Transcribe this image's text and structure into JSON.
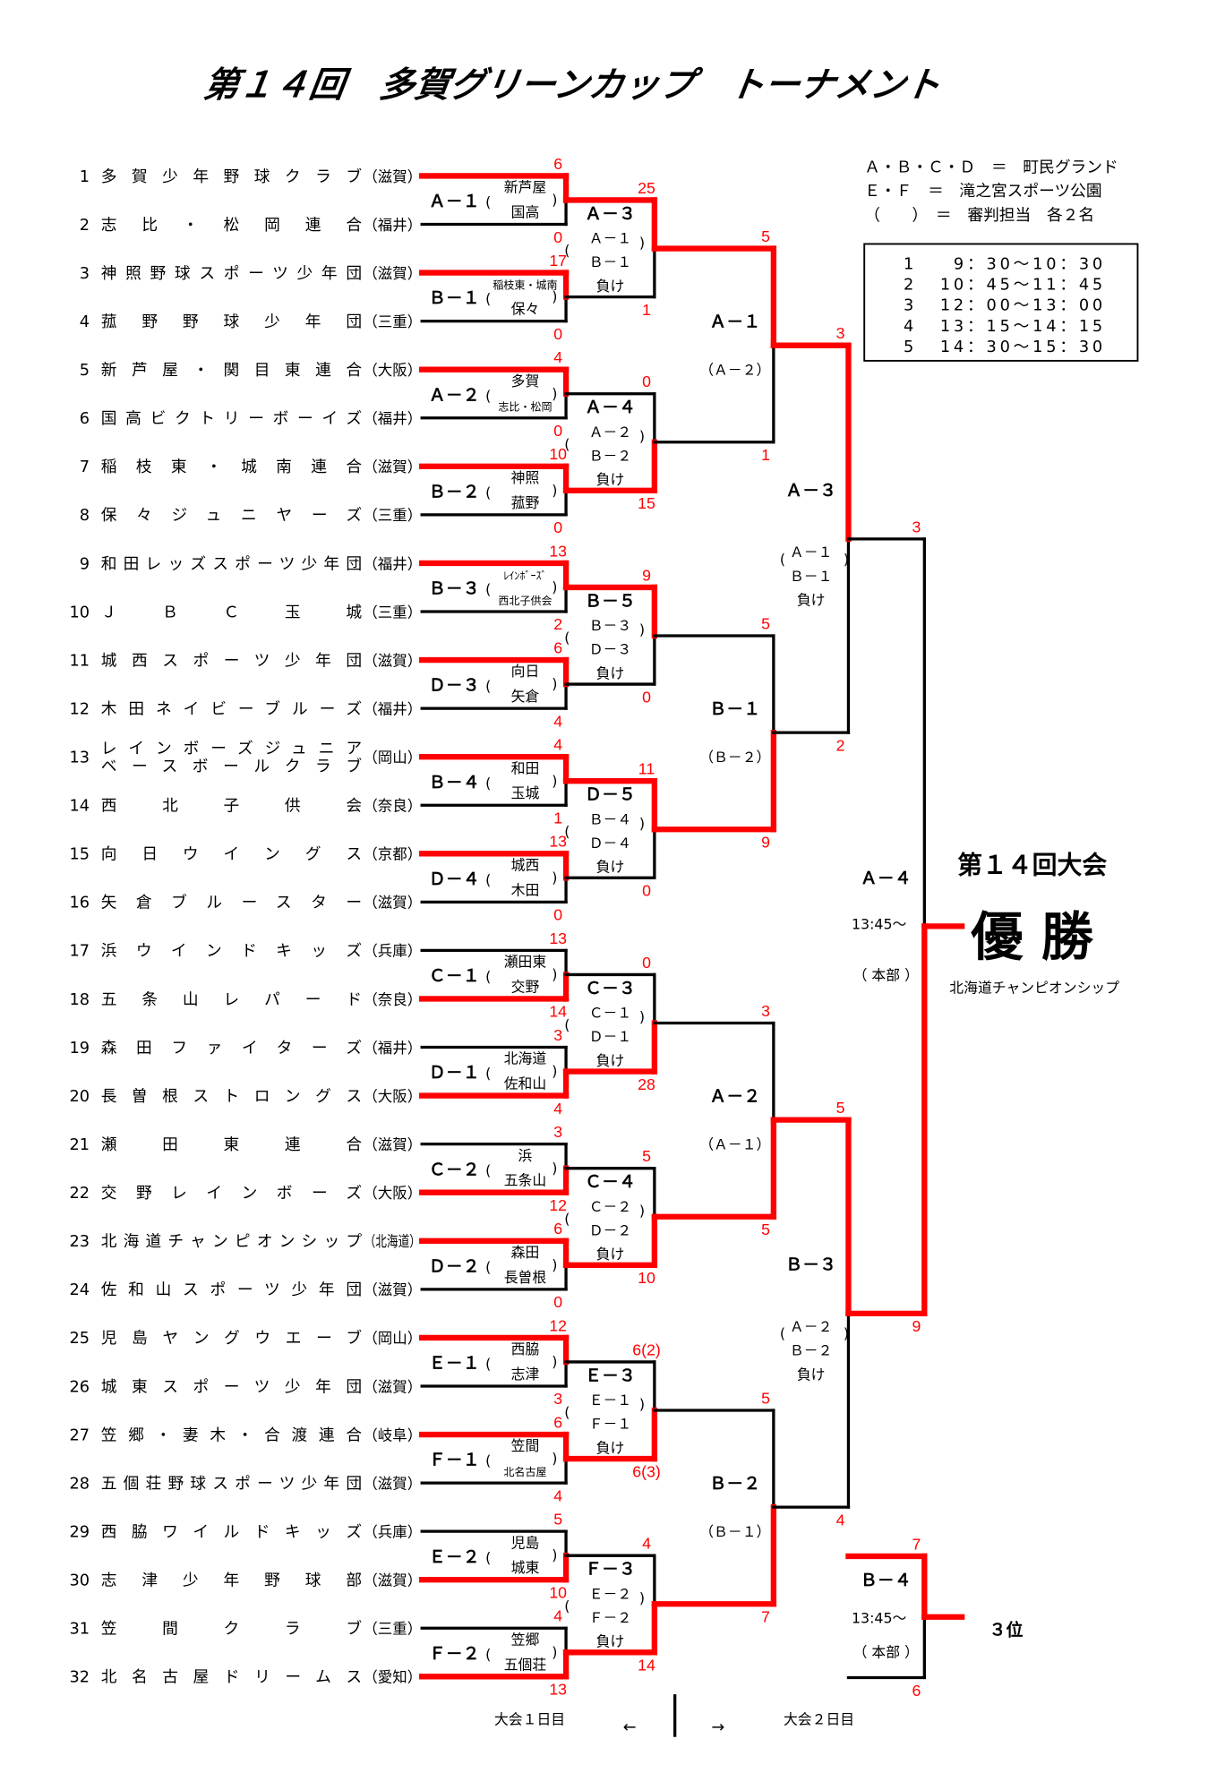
{
  "title": "第１４回　多賀グリーンカップ　トーナメント",
  "legend": [
    "Ａ・Ｂ・Ｃ・Ｄ　＝　町民グランド",
    "Ｅ・Ｆ　＝　滝之宮スポーツ公園",
    "（　　）　＝　審判担当　各２名"
  ],
  "schedule": [
    {
      "no": "1",
      "time": "9：30～10：30"
    },
    {
      "no": "2",
      "time": "10：45～11：45"
    },
    {
      "no": "3",
      "time": "12：00～13：00"
    },
    {
      "no": "4",
      "time": "13：15～14：15"
    },
    {
      "no": "5",
      "time": "14：30～15：30"
    }
  ],
  "teams": [
    {
      "no": "1",
      "name": [
        "多賀少年野球クラブ"
      ],
      "pref": "（滋賀）"
    },
    {
      "no": "2",
      "name": [
        "志比・松岡連合"
      ],
      "pref": "（福井）"
    },
    {
      "no": "3",
      "name": [
        "神照野球スポーツ少年団"
      ],
      "pref": "（滋賀）"
    },
    {
      "no": "4",
      "name": [
        "菰野野球少年団"
      ],
      "pref": "（三重）"
    },
    {
      "no": "5",
      "name": [
        "新芦屋・関目東連合"
      ],
      "pref": "（大阪）"
    },
    {
      "no": "6",
      "name": [
        "国高ビクトリーボーイズ"
      ],
      "pref": "（福井）"
    },
    {
      "no": "7",
      "name": [
        "稲枝東・城南連合"
      ],
      "pref": "（滋賀）"
    },
    {
      "no": "8",
      "name": [
        "保々ジュニヤーズ"
      ],
      "pref": "（三重）"
    },
    {
      "no": "9",
      "name": [
        "和田レッズスポーツ少年団"
      ],
      "pref": "（福井）"
    },
    {
      "no": "10",
      "name": [
        "ＪＢＣ玉城"
      ],
      "pref": "（三重）"
    },
    {
      "no": "11",
      "name": [
        "城西スポーツ少年団"
      ],
      "pref": "（滋賀）"
    },
    {
      "no": "12",
      "name": [
        "木田ネイビーブルーズ"
      ],
      "pref": "（福井）"
    },
    {
      "no": "13",
      "name": [
        "レインボーズジュニア",
        "ベースボールクラブ"
      ],
      "pref": "（岡山）"
    },
    {
      "no": "14",
      "name": [
        "西北子供会"
      ],
      "pref": "（奈良）"
    },
    {
      "no": "15",
      "name": [
        "向日ウイングス"
      ],
      "pref": "（京都）"
    },
    {
      "no": "16",
      "name": [
        "矢倉ブルースター"
      ],
      "pref": "（滋賀）"
    },
    {
      "no": "17",
      "name": [
        "浜ウインドキッズ"
      ],
      "pref": "（兵庫）"
    },
    {
      "no": "18",
      "name": [
        "五条山レパード"
      ],
      "pref": "（奈良）"
    },
    {
      "no": "19",
      "name": [
        "森田ファイターズ"
      ],
      "pref": "（福井）"
    },
    {
      "no": "20",
      "name": [
        "長曽根ストロングス"
      ],
      "pref": "（大阪）"
    },
    {
      "no": "21",
      "name": [
        "瀬田東連合"
      ],
      "pref": "（滋賀）"
    },
    {
      "no": "22",
      "name": [
        "交野レインボーズ"
      ],
      "pref": "（大阪）"
    },
    {
      "no": "23",
      "name": [
        "北海道チャンピオンシップ"
      ],
      "pref": "（北海道）"
    },
    {
      "no": "24",
      "name": [
        "佐和山スポーツ少年団"
      ],
      "pref": "（滋賀）"
    },
    {
      "no": "25",
      "name": [
        "児島ヤングウエーブ"
      ],
      "pref": "（岡山）"
    },
    {
      "no": "26",
      "name": [
        "城東スポーツ少年団"
      ],
      "pref": "（滋賀）"
    },
    {
      "no": "27",
      "name": [
        "笠郷・妻木・合渡連合"
      ],
      "pref": "（岐阜）"
    },
    {
      "no": "28",
      "name": [
        "五個荘野球スポーツ少年団"
      ],
      "pref": "（滋賀）"
    },
    {
      "no": "29",
      "name": [
        "西脇ワイルドキッズ"
      ],
      "pref": "（兵庫）"
    },
    {
      "no": "30",
      "name": [
        "志津少年野球部"
      ],
      "pref": "（滋賀）"
    },
    {
      "no": "31",
      "name": [
        "笠間クラブ"
      ],
      "pref": "（三重）"
    },
    {
      "no": "32",
      "name": [
        "北名古屋ドリームス"
      ],
      "pref": "（愛知）"
    }
  ],
  "round1": [
    {
      "code": "Ａ－１",
      "umps": [
        "新芦屋",
        "国高"
      ],
      "small": [
        false,
        false
      ],
      "scores": [
        "6",
        "0"
      ],
      "winner": "top"
    },
    {
      "code": "Ｂ－１",
      "umps": [
        "稲枝東・城南",
        "保々"
      ],
      "small": [
        true,
        false
      ],
      "scores": [
        "17",
        "0"
      ],
      "winner": "top"
    },
    {
      "code": "Ａ－２",
      "umps": [
        "多賀",
        "志比・松岡"
      ],
      "small": [
        false,
        true
      ],
      "scores": [
        "4",
        "0"
      ],
      "winner": "top"
    },
    {
      "code": "Ｂ－２",
      "umps": [
        "神照",
        "菰野"
      ],
      "small": [
        false,
        false
      ],
      "scores": [
        "10",
        "0"
      ],
      "winner": "top"
    },
    {
      "code": "Ｂ－３",
      "umps": [
        "ﾚｲﾝﾎﾞｰｽﾞ",
        "西北子供会"
      ],
      "small": [
        true,
        true
      ],
      "scores": [
        "13",
        "2"
      ],
      "winner": "top"
    },
    {
      "code": "Ｄ－３",
      "umps": [
        "向日",
        "矢倉"
      ],
      "small": [
        false,
        false
      ],
      "scores": [
        "6",
        "4"
      ],
      "winner": "top"
    },
    {
      "code": "Ｂ－４",
      "umps": [
        "和田",
        "玉城"
      ],
      "small": [
        false,
        false
      ],
      "scores": [
        "4",
        "1"
      ],
      "winner": "top"
    },
    {
      "code": "Ｄ－４",
      "umps": [
        "城西",
        "木田"
      ],
      "small": [
        false,
        false
      ],
      "scores": [
        "13",
        "0"
      ],
      "winner": "top"
    },
    {
      "code": "Ｃ－１",
      "umps": [
        "瀬田東",
        "交野"
      ],
      "small": [
        false,
        false
      ],
      "scores": [
        "13",
        "14"
      ],
      "winner": "bottom"
    },
    {
      "code": "Ｄ－１",
      "umps": [
        "北海道",
        "佐和山"
      ],
      "small": [
        false,
        false
      ],
      "scores": [
        "3",
        "4"
      ],
      "winner": "bottom"
    },
    {
      "code": "Ｃ－２",
      "umps": [
        "浜",
        "五条山"
      ],
      "small": [
        false,
        false
      ],
      "scores": [
        "3",
        "12"
      ],
      "winner": "bottom"
    },
    {
      "code": "Ｄ－２",
      "umps": [
        "森田",
        "長曽根"
      ],
      "small": [
        false,
        false
      ],
      "scores": [
        "6",
        "0"
      ],
      "winner": "top"
    },
    {
      "code": "Ｅ－１",
      "umps": [
        "西脇",
        "志津"
      ],
      "small": [
        false,
        false
      ],
      "scores": [
        "12",
        "3"
      ],
      "winner": "top"
    },
    {
      "code": "Ｆ－１",
      "umps": [
        "笠間",
        "北名古屋"
      ],
      "small": [
        false,
        true
      ],
      "scores": [
        "6",
        "4"
      ],
      "winner": "top"
    },
    {
      "code": "Ｅ－２",
      "umps": [
        "児島",
        "城東"
      ],
      "small": [
        false,
        false
      ],
      "scores": [
        "5",
        "10"
      ],
      "winner": "bottom"
    },
    {
      "code": "Ｆ－２",
      "umps": [
        "笠郷",
        "五個荘"
      ],
      "small": [
        false,
        false
      ],
      "scores": [
        "4",
        "13"
      ],
      "winner": "bottom"
    }
  ],
  "round2": [
    {
      "code": "Ａ－３",
      "umps": [
        "Ａ－１",
        "Ｂ－１",
        "負け"
      ],
      "scores": [
        "25",
        "1"
      ],
      "winner": "top"
    },
    {
      "code": "Ａ－４",
      "umps": [
        "Ａ－２",
        "Ｂ－２",
        "負け"
      ],
      "scores": [
        "0",
        "15"
      ],
      "winner": "bottom"
    },
    {
      "code": "Ｂ－５",
      "umps": [
        "Ｂ－３",
        "Ｄ－３",
        "負け"
      ],
      "scores": [
        "9",
        "0"
      ],
      "winner": "top"
    },
    {
      "code": "Ｄ－５",
      "umps": [
        "Ｂ－４",
        "Ｄ－４",
        "負け"
      ],
      "scores": [
        "11",
        "0"
      ],
      "winner": "top"
    },
    {
      "code": "Ｃ－３",
      "umps": [
        "Ｃ－１",
        "Ｄ－１",
        "負け"
      ],
      "scores": [
        "0",
        "28"
      ],
      "winner": "bottom"
    },
    {
      "code": "Ｃ－４",
      "umps": [
        "Ｃ－２",
        "Ｄ－２",
        "負け"
      ],
      "scores": [
        "5",
        "10"
      ],
      "winner": "bottom"
    },
    {
      "code": "Ｅ－３",
      "umps": [
        "Ｅ－１",
        "Ｆ－１",
        "負け"
      ],
      "scores": [
        "6(2)",
        "6(3)"
      ],
      "winner": "bottom"
    },
    {
      "code": "Ｆ－３",
      "umps": [
        "Ｅ－２",
        "Ｆ－２",
        "負け"
      ],
      "scores": [
        "4",
        "14"
      ],
      "winner": "bottom"
    }
  ],
  "round3": [
    {
      "code": "Ａ－１",
      "ump": "（Ａ－２）",
      "scores": [
        "5",
        "1"
      ],
      "winner": "top"
    },
    {
      "code": "Ｂ－１",
      "ump": "（Ｂ－２）",
      "scores": [
        "5",
        "9"
      ],
      "winner": "bottom"
    },
    {
      "code": "Ａ－２",
      "ump": "（Ａ－１）",
      "scores": [
        "3",
        "5"
      ],
      "winner": "bottom"
    },
    {
      "code": "Ｂ－２",
      "ump": "（Ｂ－１）",
      "scores": [
        "5",
        "7"
      ],
      "winner": "bottom"
    }
  ],
  "round4": [
    {
      "code": "Ａ－３",
      "umps": [
        "Ａ－１",
        "Ｂ－１",
        "負け"
      ],
      "scores": [
        "3",
        "2"
      ],
      "winner": "top"
    },
    {
      "code": "Ｂ－３",
      "umps": [
        "Ａ－２",
        "Ｂ－２",
        "負け"
      ],
      "scores": [
        "5",
        "4"
      ],
      "winner": "top"
    }
  ],
  "final": {
    "code": "Ａ－４",
    "time": "13:45～",
    "venue": "（ 本部 ）",
    "scores": [
      "3",
      "9"
    ],
    "winner": "bottom"
  },
  "third": {
    "code": "Ｂ－４",
    "time": "13:45～",
    "venue": "（ 本部 ）",
    "scores": [
      "7",
      "6"
    ],
    "winner": "top",
    "label": "３位"
  },
  "champion": {
    "heading": "第１４回大会",
    "title": "優 勝",
    "team": "北海道チャンピオンシップ"
  },
  "footer": {
    "day1": "大会１日目",
    "day2": "大会２日目",
    "arrow_left": "←",
    "arrow_right": "→"
  },
  "colors": {
    "winner_line": "#ff0000",
    "line": "#000000",
    "score": "#ff0000"
  }
}
